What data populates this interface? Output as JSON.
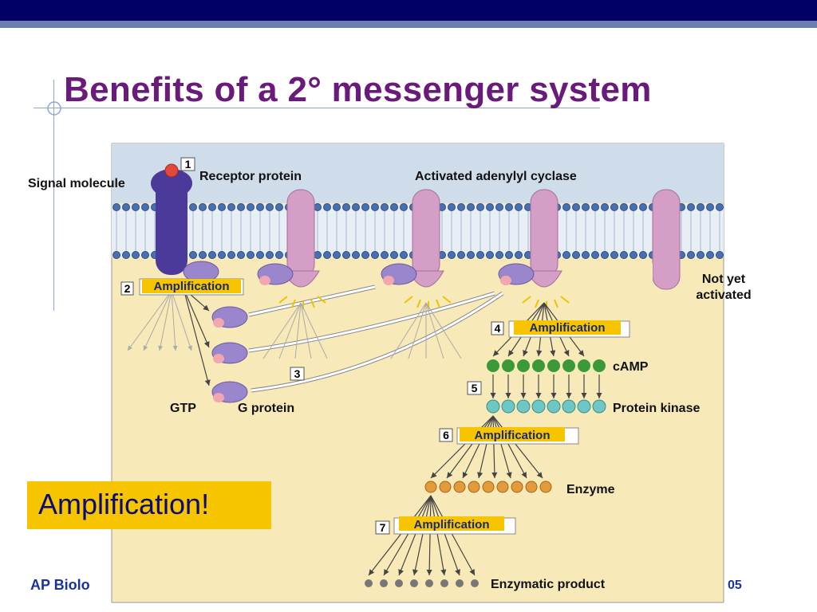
{
  "slide": {
    "title": "Benefits of a 2° messenger system",
    "footer": "AP Biolo",
    "page_number": "05",
    "callout": "Amplification!"
  },
  "diagram": {
    "labels": {
      "signal_molecule": "Signal molecule",
      "receptor_protein": "Receptor protein",
      "activated_adenylyl_cyclase": "Activated adenylyl cyclase",
      "not_yet_activated": "Not yet activated",
      "gtp": "GTP",
      "g_protein": "G protein",
      "camp": "cAMP",
      "protein_kinase": "Protein kinase",
      "enzyme": "Enzyme",
      "enzymatic_product": "Enzymatic product"
    },
    "steps": [
      {
        "number": "1"
      },
      {
        "number": "2",
        "label": "Amplification"
      },
      {
        "number": "3"
      },
      {
        "number": "4",
        "label": "Amplification"
      },
      {
        "number": "5"
      },
      {
        "number": "6",
        "label": "Amplification"
      },
      {
        "number": "7",
        "label": "Amplification"
      }
    ],
    "colors": {
      "extracellular": "#cfdcea",
      "cytoplasm": "#f8e9b8",
      "receptor": "#4c3a9a",
      "adenylyl_cyclase": "#d49ec6",
      "g_protein": "#9a86cc",
      "camp": "#3a9a3a",
      "protein_kinase": "#6ec7c4",
      "enzyme": "#e39a3a",
      "product": "#777777",
      "amplification_box": "#f7c500"
    }
  }
}
